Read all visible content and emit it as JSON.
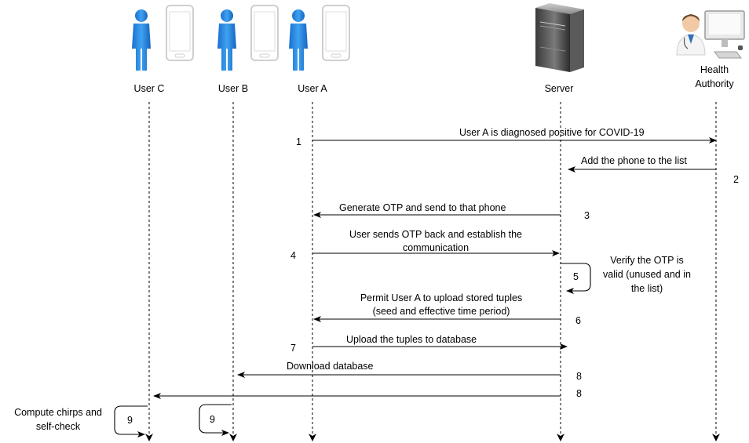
{
  "participants": {
    "user_c": {
      "label": "User C"
    },
    "user_b": {
      "label": "User B"
    },
    "user_a": {
      "label": "User A"
    },
    "server": {
      "label": "Server"
    },
    "health_authority": {
      "label_line1": "Health",
      "label_line2": "Authority"
    }
  },
  "messages": [
    {
      "step": "1",
      "text": "User A is diagnosed positive for COVID-19"
    },
    {
      "step": "2",
      "text": "Add the phone to the list"
    },
    {
      "step": "3",
      "text": "Generate OTP and send to that phone"
    },
    {
      "step": "4",
      "text_line1": "User sends OTP back and establish the",
      "text_line2": "communication"
    },
    {
      "step": "5",
      "text_line1": "Verify the OTP is",
      "text_line2": "valid (unused and in",
      "text_line3": "the list)"
    },
    {
      "step": "6",
      "text_line1": "Permit User A to upload stored tuples",
      "text_line2": "(seed and effective time period)"
    },
    {
      "step": "7",
      "text": "Upload the tuples to database"
    },
    {
      "step": "8",
      "text": "Download database"
    },
    {
      "step": "8",
      "text": ""
    },
    {
      "step": "9",
      "text_line1": "Compute chirps and",
      "text_line2": "self-check"
    },
    {
      "step": "9",
      "text": ""
    }
  ]
}
